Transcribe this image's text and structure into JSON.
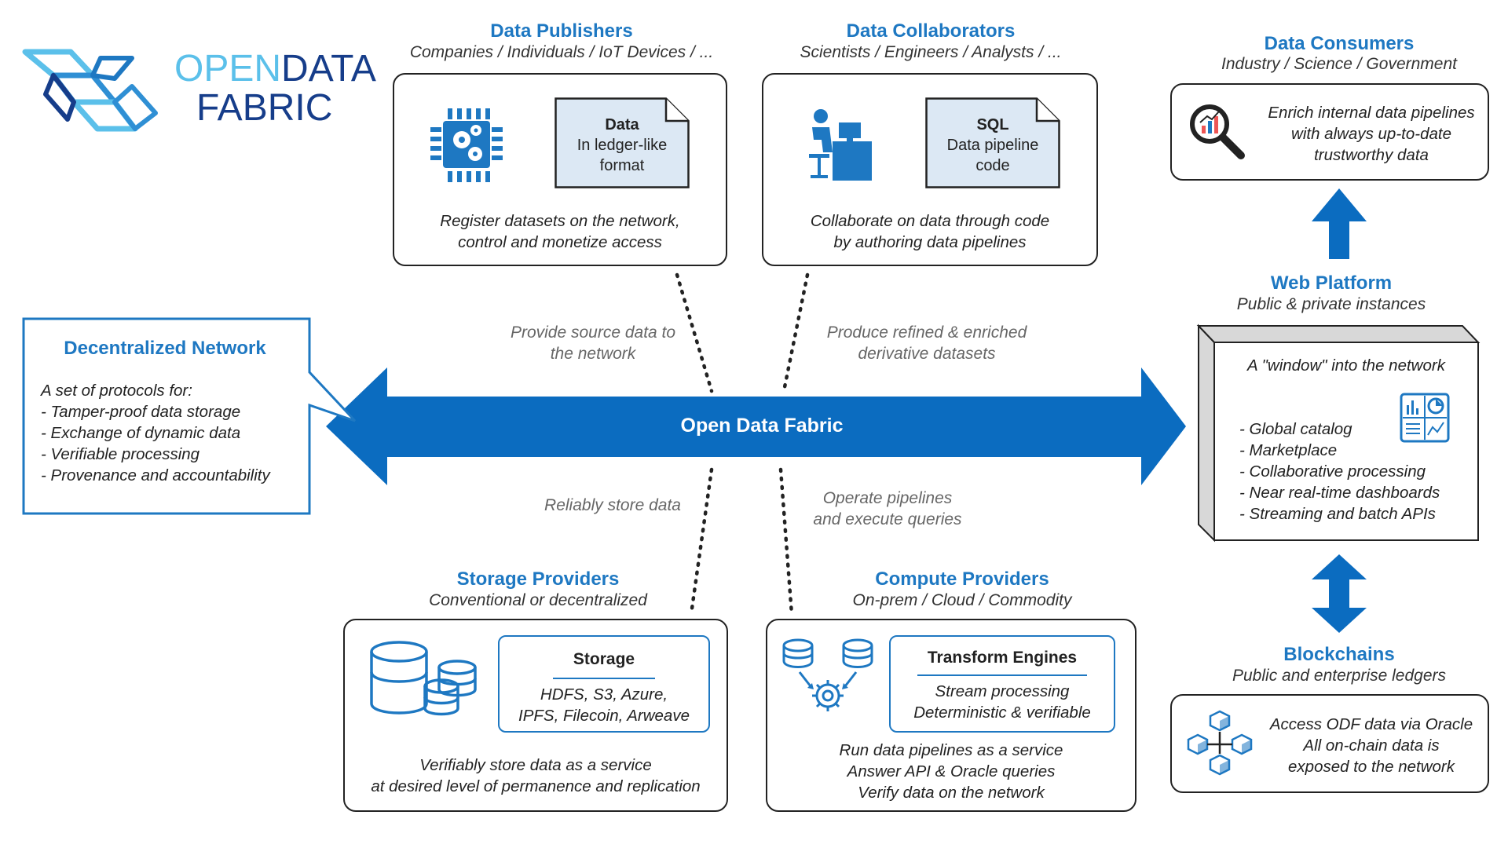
{
  "logo": {
    "word1": "OPEN",
    "word2": "DATA",
    "word3": "FABRIC"
  },
  "center": {
    "label": "Open Data Fabric"
  },
  "publishers": {
    "title": "Data Publishers",
    "subtitle": "Companies / Individuals / IoT Devices / ...",
    "doc": {
      "heading": "Data",
      "line1": "In ledger-like",
      "line2": "format"
    },
    "desc1": "Register datasets on the network,",
    "desc2": "control and monetize access",
    "link1": "Provide source data to",
    "link2": "the network"
  },
  "collaborators": {
    "title": "Data Collaborators",
    "subtitle": "Scientists / Engineers / Analysts / ...",
    "doc": {
      "heading": "SQL",
      "line1": "Data pipeline",
      "line2": "code"
    },
    "desc1": "Collaborate on data through code",
    "desc2": "by authoring data pipelines",
    "link1": "Produce refined & enriched",
    "link2": "derivative datasets"
  },
  "consumers": {
    "title": "Data Consumers",
    "subtitle": "Industry / Science /  Government",
    "line1": "Enrich internal data pipelines",
    "line2": "with always up-to-date",
    "line3": "trustworthy data"
  },
  "network": {
    "title": "Decentralized Network",
    "intro": "A set of protocols  for:",
    "items": [
      "- Tamper-proof data storage",
      "- Exchange of dynamic data",
      "- Verifiable processing",
      "- Provenance and accountability"
    ]
  },
  "web": {
    "title": "Web Platform",
    "subtitle": "Public & private instances",
    "heading": "A \"window\" into the network",
    "items": [
      "- Global catalog",
      "- Marketplace",
      "- Collaborative processing",
      "- Near real-time dashboards",
      "- Streaming and batch APIs"
    ]
  },
  "storage": {
    "title": "Storage Providers",
    "subtitle": "Conventional or decentralized",
    "inner_title": "Storage",
    "inner1": "HDFS, S3, Azure,",
    "inner2": "IPFS, Filecoin, Arweave",
    "desc1": "Verifiably store data as a service",
    "desc2": "at desired level of permanence and replication",
    "link": "Reliably store data"
  },
  "compute": {
    "title": "Compute Providers",
    "subtitle": "On-prem / Cloud / Commodity",
    "inner_title": "Transform Engines",
    "inner1": "Stream processing",
    "inner2": "Deterministic & verifiable",
    "desc1": "Run data pipelines as a service",
    "desc2": "Answer API & Oracle queries",
    "desc3": "Verify data on the network",
    "link1": "Operate pipelines",
    "link2": "and execute queries"
  },
  "blockchains": {
    "title": "Blockchains",
    "subtitle": "Public and enterprise ledgers",
    "line1": "Access ODF data via Oracle",
    "line2": "All on-chain data is",
    "line3": "exposed to the network"
  },
  "colors": {
    "accent": "#1e78c2",
    "arrow": "#0b6cc0",
    "logo_light": "#5bc0ea",
    "logo_dark": "#163d8a",
    "doc_fill": "#dce8f4"
  }
}
